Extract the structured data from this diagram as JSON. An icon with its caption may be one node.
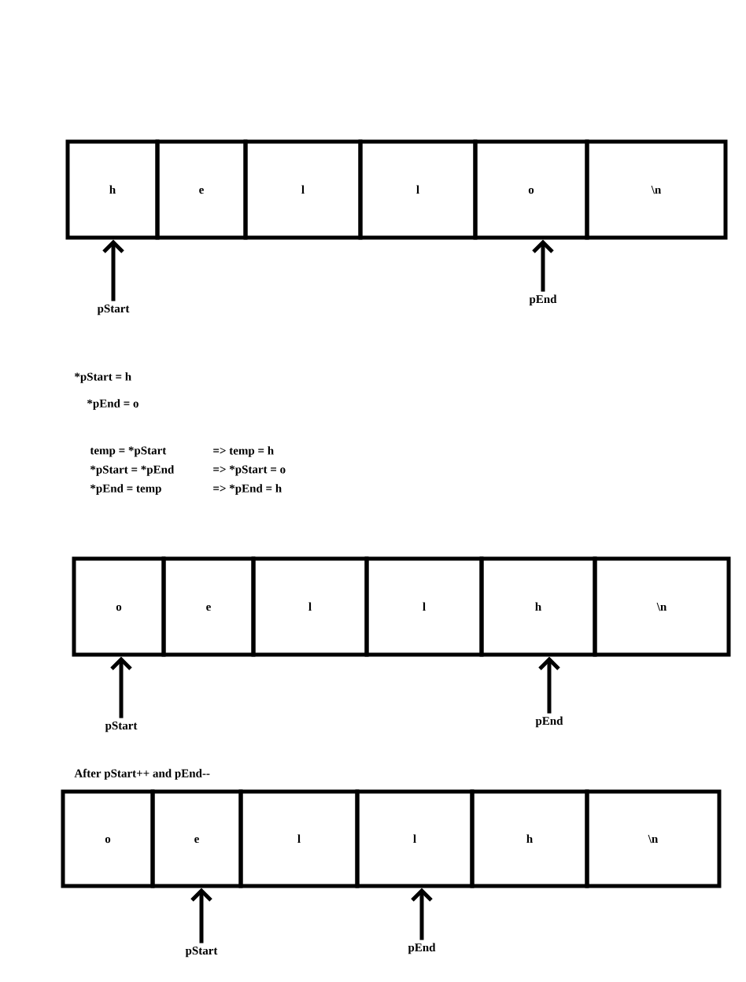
{
  "diagram": {
    "nodes": [
      {
        "text": [
          "h"
        ]
      },
      {
        "text": [
          "e"
        ]
      },
      {
        "text": [
          "l"
        ]
      },
      {
        "text": [
          "l"
        ]
      },
      {
        "text": [
          "o"
        ]
      },
      {
        "text": [
          "\\n"
        ]
      },
      {
        "text": [
          "pStart"
        ]
      },
      {
        "text": [
          "pEnd"
        ]
      },
      {
        "text": [
          "o"
        ]
      },
      {
        "text": [
          "e"
        ]
      },
      {
        "text": [
          "l"
        ]
      },
      {
        "text": [
          "l"
        ]
      },
      {
        "text": [
          "h"
        ]
      },
      {
        "text": [
          "\\n"
        ]
      },
      {
        "text": [
          "pStart"
        ]
      },
      {
        "text": [
          "pEnd"
        ]
      },
      {
        "text": [
          "o"
        ]
      },
      {
        "text": [
          "e"
        ]
      },
      {
        "text": [
          "l"
        ]
      },
      {
        "text": [
          "l"
        ]
      },
      {
        "text": [
          "h"
        ]
      },
      {
        "text": [
          "\\n"
        ]
      },
      {
        "text": [
          "pStart"
        ]
      },
      {
        "text": [
          "pEnd"
        ]
      }
    ],
    "edges": [
      {
        "from": 6,
        "to": 0,
        "arrow": "to"
      },
      {
        "from": 7,
        "to": 4,
        "arrow": "to"
      },
      {
        "from": 14,
        "to": 8,
        "arrow": "to"
      },
      {
        "from": 15,
        "to": 12,
        "arrow": "to"
      },
      {
        "from": 22,
        "to": 17,
        "arrow": "to"
      },
      {
        "from": 23,
        "to": 19,
        "arrow": "to"
      }
    ],
    "labels": [
      "*pStart = h",
      "*pEnd = o",
      "temp = *pStart",
      "=> temp = h",
      "*pStart = *pEnd",
      "=> *pStart = o",
      "*pEnd = temp",
      "=> *pEnd = h",
      "After pStart++ and pEnd--"
    ]
  }
}
